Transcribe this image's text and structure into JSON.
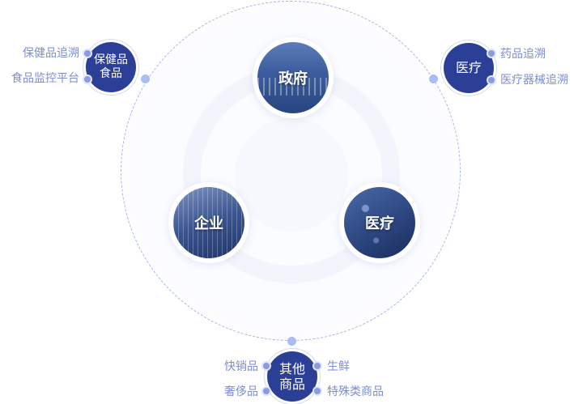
{
  "center_nodes": {
    "government": {
      "label": "政府",
      "icon": "government-building-photo"
    },
    "enterprise": {
      "label": "企业",
      "icon": "skyscraper-photo"
    },
    "medical": {
      "label": "医疗",
      "icon": "dna-helix-photo"
    }
  },
  "categories": {
    "health_food": {
      "title_line1": "保健品",
      "title_line2": "食品",
      "tags": [
        "保健品追溯",
        "食品监控平台"
      ]
    },
    "medical": {
      "title_line1": "医疗",
      "tags": [
        "药品追溯",
        "医疗器械追溯"
      ]
    },
    "other_goods": {
      "title_line1": "其他",
      "title_line2": "商品",
      "tags_left": [
        "快销品",
        "奢侈品"
      ],
      "tags_right": [
        "生鲜",
        "特殊类商品"
      ]
    }
  },
  "colors": {
    "category_node": "#2b3f96",
    "tag_text": "#7d8ed0",
    "dashed_ring": "#aab7e6",
    "ring_dot": "#a9bdf2"
  }
}
